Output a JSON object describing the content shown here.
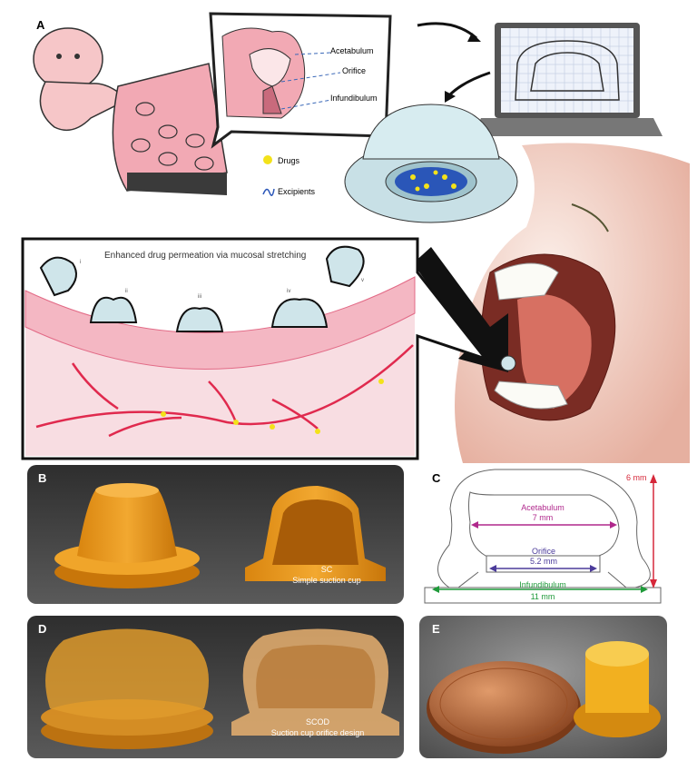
{
  "panel_a": {
    "label": "A",
    "inset_labels": [
      "Acetabulum",
      "Orifice",
      "Infundibulum"
    ],
    "legend": [
      {
        "label": "Drugs",
        "color": "#f3e21a"
      },
      {
        "label": "Excipients",
        "color": "#2a56b8"
      }
    ],
    "tissue_title": "Enhanced drug permeation  via mucosal stretching",
    "stages": [
      "i",
      "ii",
      "iii",
      "iv",
      "v"
    ]
  },
  "panel_b": {
    "label": "B",
    "device_code": "SC",
    "device_name": "Simple suction cup"
  },
  "panel_c": {
    "label": "C",
    "height": "6 mm",
    "acetabulum": {
      "label": "Acetabulum",
      "value": "7 mm",
      "color": "#b0288c"
    },
    "orifice": {
      "label": "Orifice",
      "value": "5.2 mm",
      "color": "#4b3b9a"
    },
    "infundibulum": {
      "label": "Infundibulum",
      "value": "11 mm",
      "color": "#1f9a3a"
    },
    "height_color": "#d6283a"
  },
  "panel_d": {
    "label": "D",
    "device_code": "SCOD",
    "device_name": "Suction cup orifice design"
  },
  "panel_e": {
    "label": "E"
  }
}
